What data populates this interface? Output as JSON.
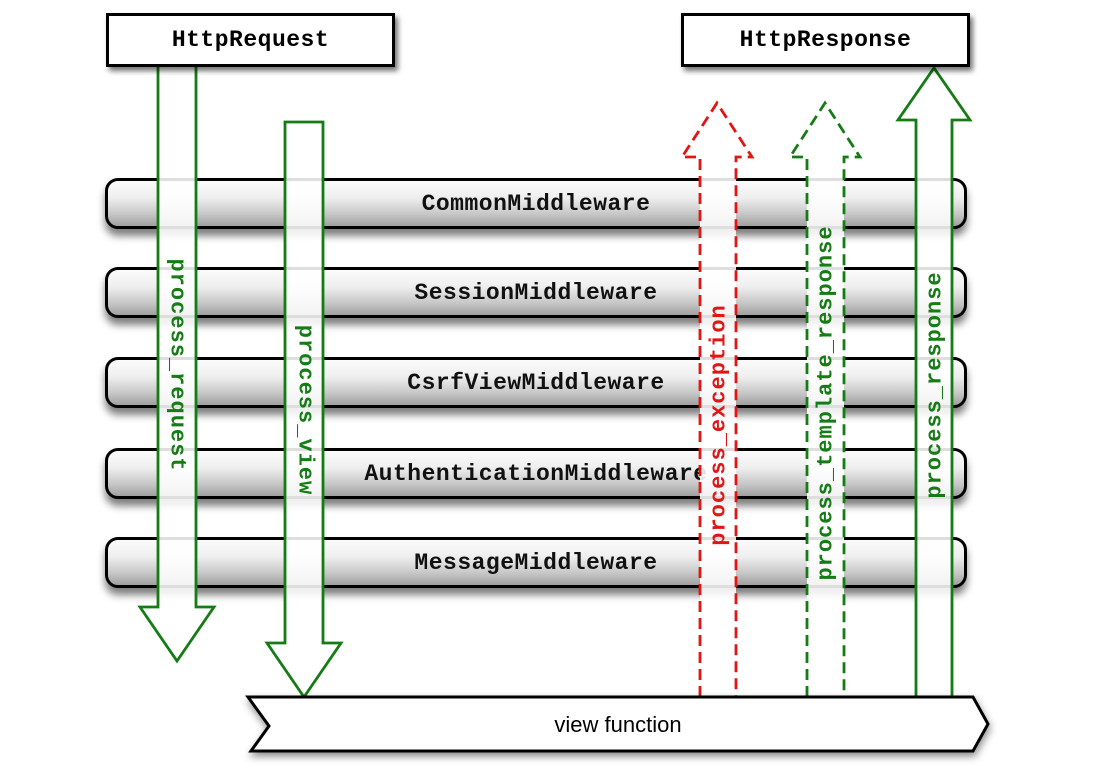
{
  "boxes": {
    "request": "HttpRequest",
    "response": "HttpResponse"
  },
  "middleware": [
    "CommonMiddleware",
    "SessionMiddleware",
    "CsrfViewMiddleware",
    "AuthenticationMiddleware",
    "MessageMiddleware"
  ],
  "banner": {
    "label": "view function"
  },
  "arrows": {
    "process_request": {
      "label": "process_request",
      "direction": "down",
      "style": "solid",
      "color": "#157c15"
    },
    "process_view": {
      "label": "process_view",
      "direction": "down",
      "style": "solid",
      "color": "#157c15"
    },
    "process_exception": {
      "label": "process_exception",
      "direction": "up",
      "style": "dashed",
      "color": "#e01515"
    },
    "process_template_response": {
      "label": "process_template_response",
      "direction": "up",
      "style": "dashed",
      "color": "#157c15"
    },
    "process_response": {
      "label": "process_response",
      "direction": "up",
      "style": "solid",
      "color": "#157c15"
    }
  },
  "colors": {
    "green": "#157c15",
    "red": "#e01515",
    "bar_border": "#000000"
  }
}
